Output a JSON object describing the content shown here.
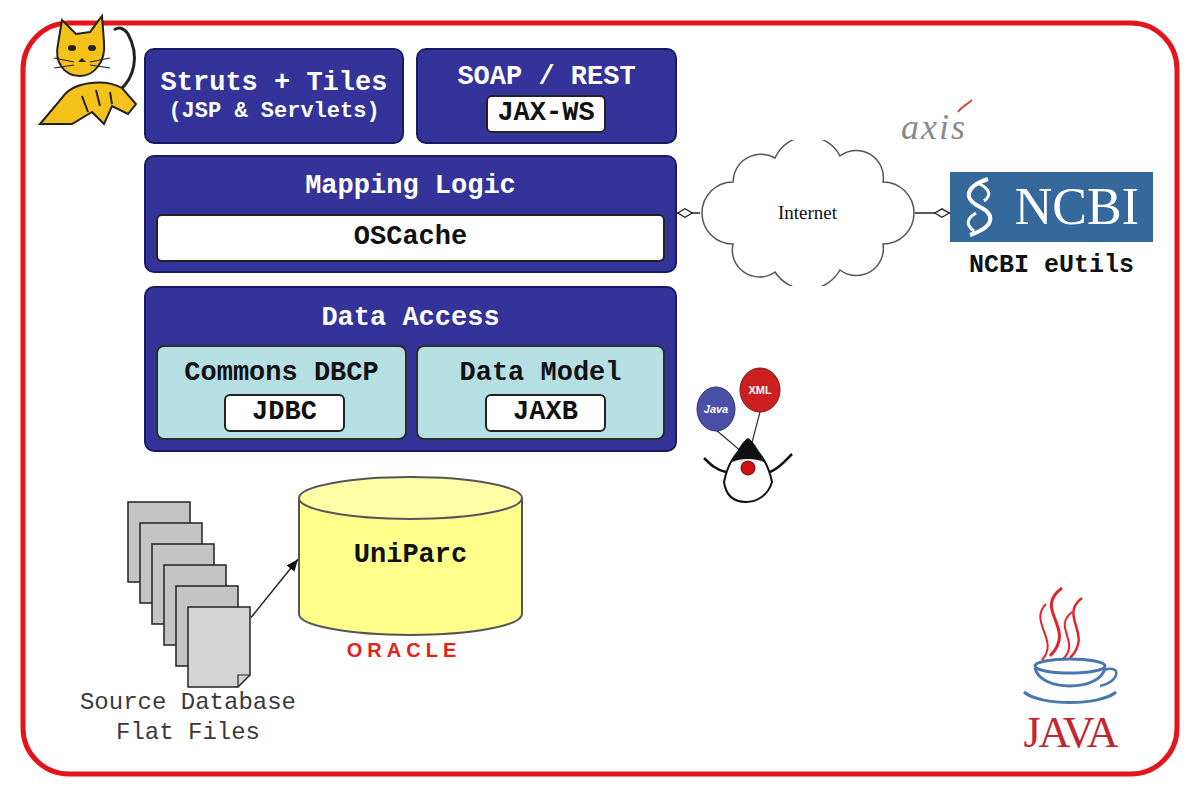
{
  "diagram": {
    "nodes": [
      {
        "text": [
          "Struts + Tiles",
          "(JSP & Servlets)"
        ]
      },
      {
        "text": [
          "SOAP / REST"
        ]
      },
      {
        "text": [
          "JAX-WS"
        ],
        "in": 1
      },
      {
        "text": [
          "Mapping Logic"
        ]
      },
      {
        "text": [
          "OSCache"
        ],
        "in": 3
      },
      {
        "text": [
          "Data Access"
        ]
      },
      {
        "text": [
          "Commons DBCP"
        ],
        "in": 5
      },
      {
        "text": [
          "JDBC"
        ],
        "in": 6
      },
      {
        "text": [
          "Data Model"
        ],
        "in": 5
      },
      {
        "text": [
          "JAXB"
        ],
        "in": 8
      },
      {
        "text": [
          "Internet"
        ]
      },
      {
        "text": [
          "NCBI",
          "NCBI eUtils"
        ]
      },
      {
        "text": [
          "UniParc"
        ]
      },
      {
        "text": [
          "Source Database Flat Files"
        ]
      }
    ],
    "edges": [
      {
        "from": 10,
        "to": 3,
        "arrow": "to"
      },
      {
        "from": 10,
        "to": 11,
        "arrow": "to"
      },
      {
        "from": 13,
        "to": 12,
        "arrow": "to"
      }
    ],
    "labels": [
      "axis",
      "Java",
      "XML",
      "ORACLE",
      "JAVA"
    ]
  }
}
